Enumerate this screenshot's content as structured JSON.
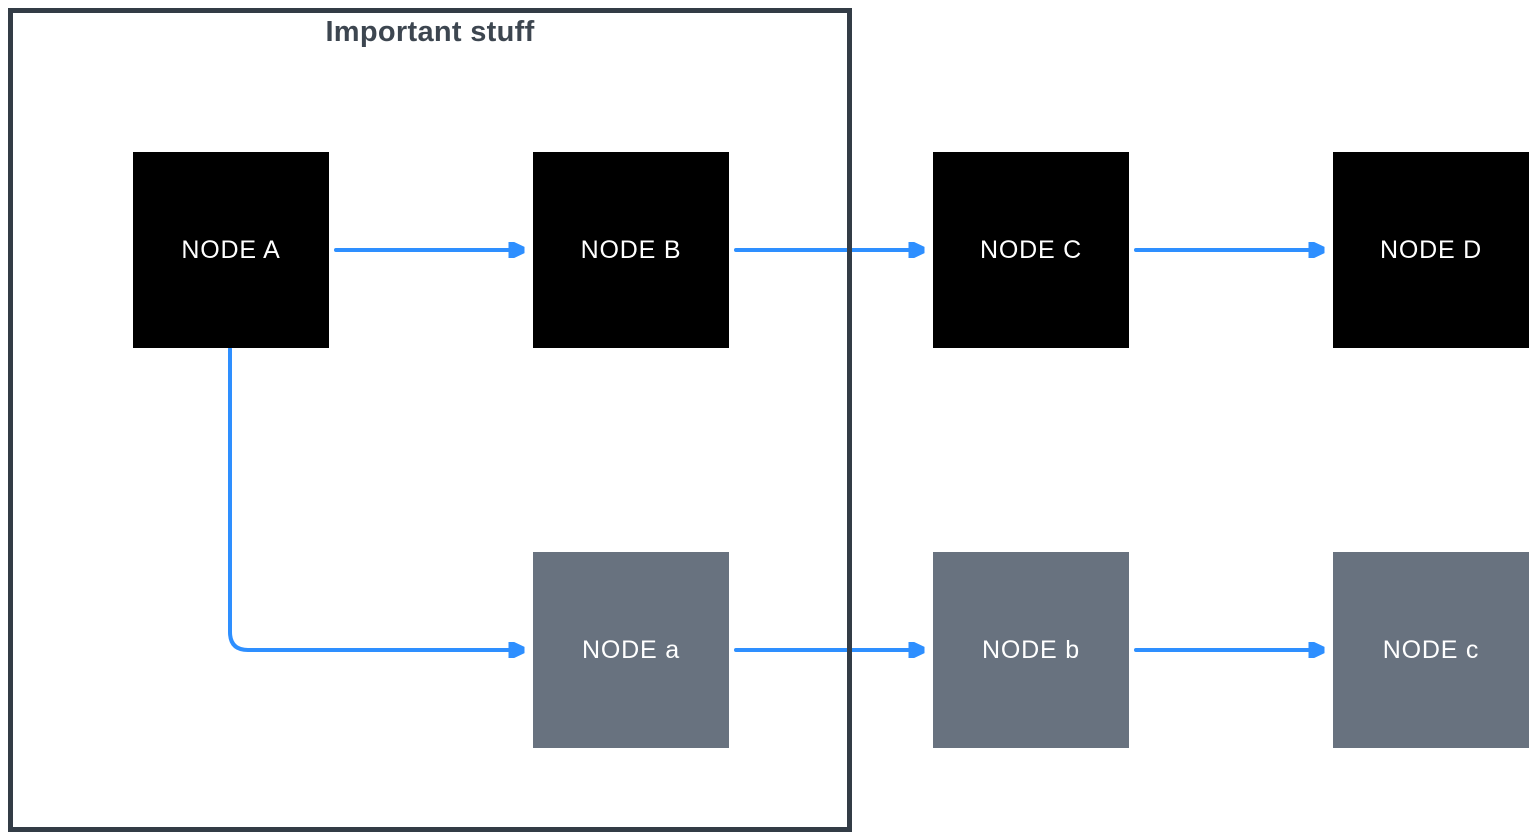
{
  "diagram": {
    "group_label": "Important stuff",
    "nodes": {
      "A": {
        "label": "NODE A"
      },
      "B": {
        "label": "NODE B"
      },
      "C": {
        "label": "NODE C"
      },
      "D": {
        "label": "NODE D"
      },
      "a": {
        "label": "NODE a"
      },
      "b": {
        "label": "NODE b"
      },
      "c": {
        "label": "NODE c"
      }
    },
    "edges": [
      {
        "from": "NODE A",
        "to": "NODE B"
      },
      {
        "from": "NODE B",
        "to": "NODE C"
      },
      {
        "from": "NODE C",
        "to": "NODE D"
      },
      {
        "from": "NODE A",
        "to": "NODE a"
      },
      {
        "from": "NODE a",
        "to": "NODE b"
      },
      {
        "from": "NODE b",
        "to": "NODE c"
      }
    ],
    "colors": {
      "primary_node": "#000000",
      "secondary_node": "#68727f",
      "arrow": "#2e8fff",
      "group_border": "#333c46",
      "group_label_text": "#3d4650",
      "node_text": "#ffffff"
    }
  }
}
